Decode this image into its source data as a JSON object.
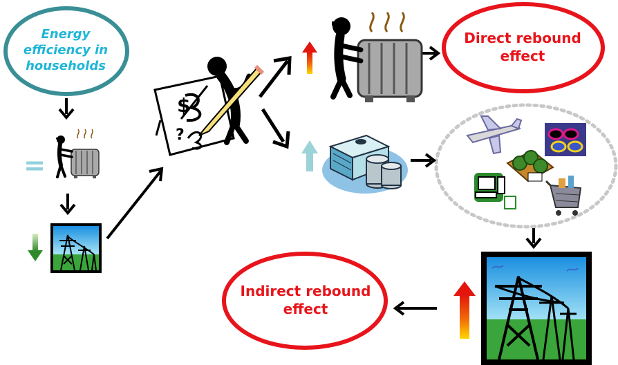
{
  "nodes": {
    "energy_efficiency": "Energy efficiency in households",
    "direct_rebound": "Direct rebound effect",
    "indirect_rebound": "Indirect rebound effect"
  },
  "symbols": {
    "equals": "=",
    "price_symbols": "$",
    "question_mark": "?"
  },
  "icons": {
    "radiator": "person-warming-at-radiator-icon",
    "power_lines": "electricity-pylons-icon",
    "budget": "person-writing-on-flipchart-icon",
    "money": "cash-and-coins-icon",
    "consumption": "consumer-goods-cluster-icon"
  },
  "colors": {
    "teal_outline": "#3a8f96",
    "red_outline": "#e8141b",
    "blue_text": "#1fb6d6",
    "equals_blue": "#8fd1dd",
    "green_down": "#2f8a2a",
    "red_up_top": "#e4150c",
    "red_up_bottom": "#ffd600",
    "light_blue_up": "#9cd3d9"
  }
}
